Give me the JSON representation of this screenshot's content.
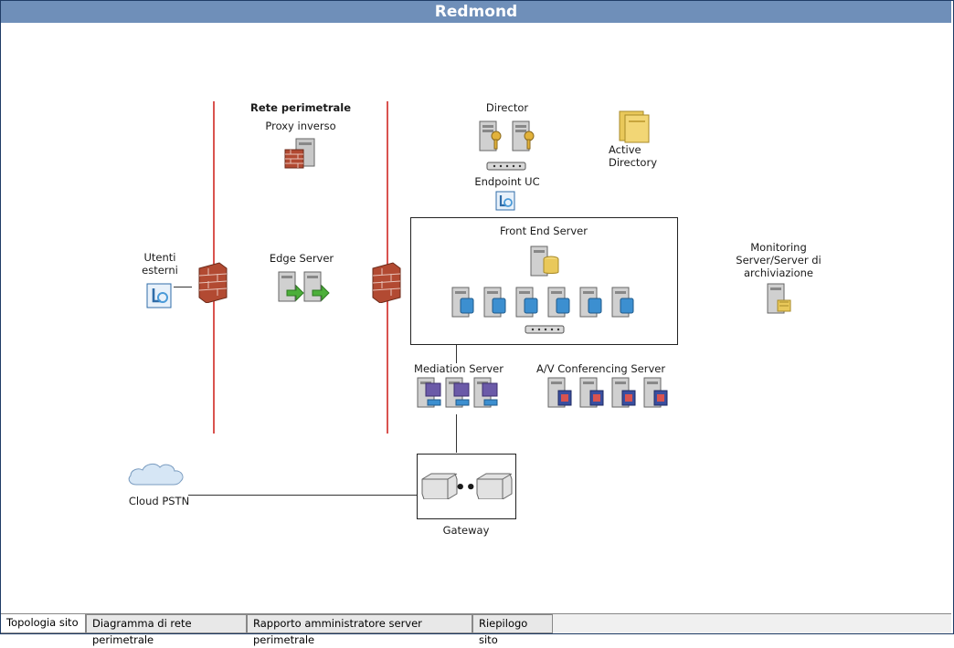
{
  "window": {
    "title": "Redmond"
  },
  "diagram": {
    "perimeter_title": "Rete perimetrale",
    "reverse_proxy": "Proxy inverso",
    "director": "Director",
    "active_directory": "Active Directory",
    "uc_endpoint": "Endpoint UC",
    "front_end": "Front End Server",
    "external_users": "Utenti esterni",
    "edge_server": "Edge Server",
    "monitoring": "Monitoring Server/Server di archiviazione",
    "mediation": "Mediation Server",
    "av_conferencing": "A/V Conferencing Server",
    "pstn_cloud": "Cloud PSTN",
    "gateway": "Gateway"
  },
  "tabs": [
    {
      "label": "Topologia sito",
      "active": true
    },
    {
      "label": "Diagramma di rete perimetrale",
      "active": false
    },
    {
      "label": "Rapporto amministratore server perimetrale",
      "active": false
    },
    {
      "label": "Riepilogo sito",
      "active": false
    }
  ],
  "colors": {
    "titlebar": "#6f8fb9",
    "perimeter_line": "#d9534f"
  }
}
